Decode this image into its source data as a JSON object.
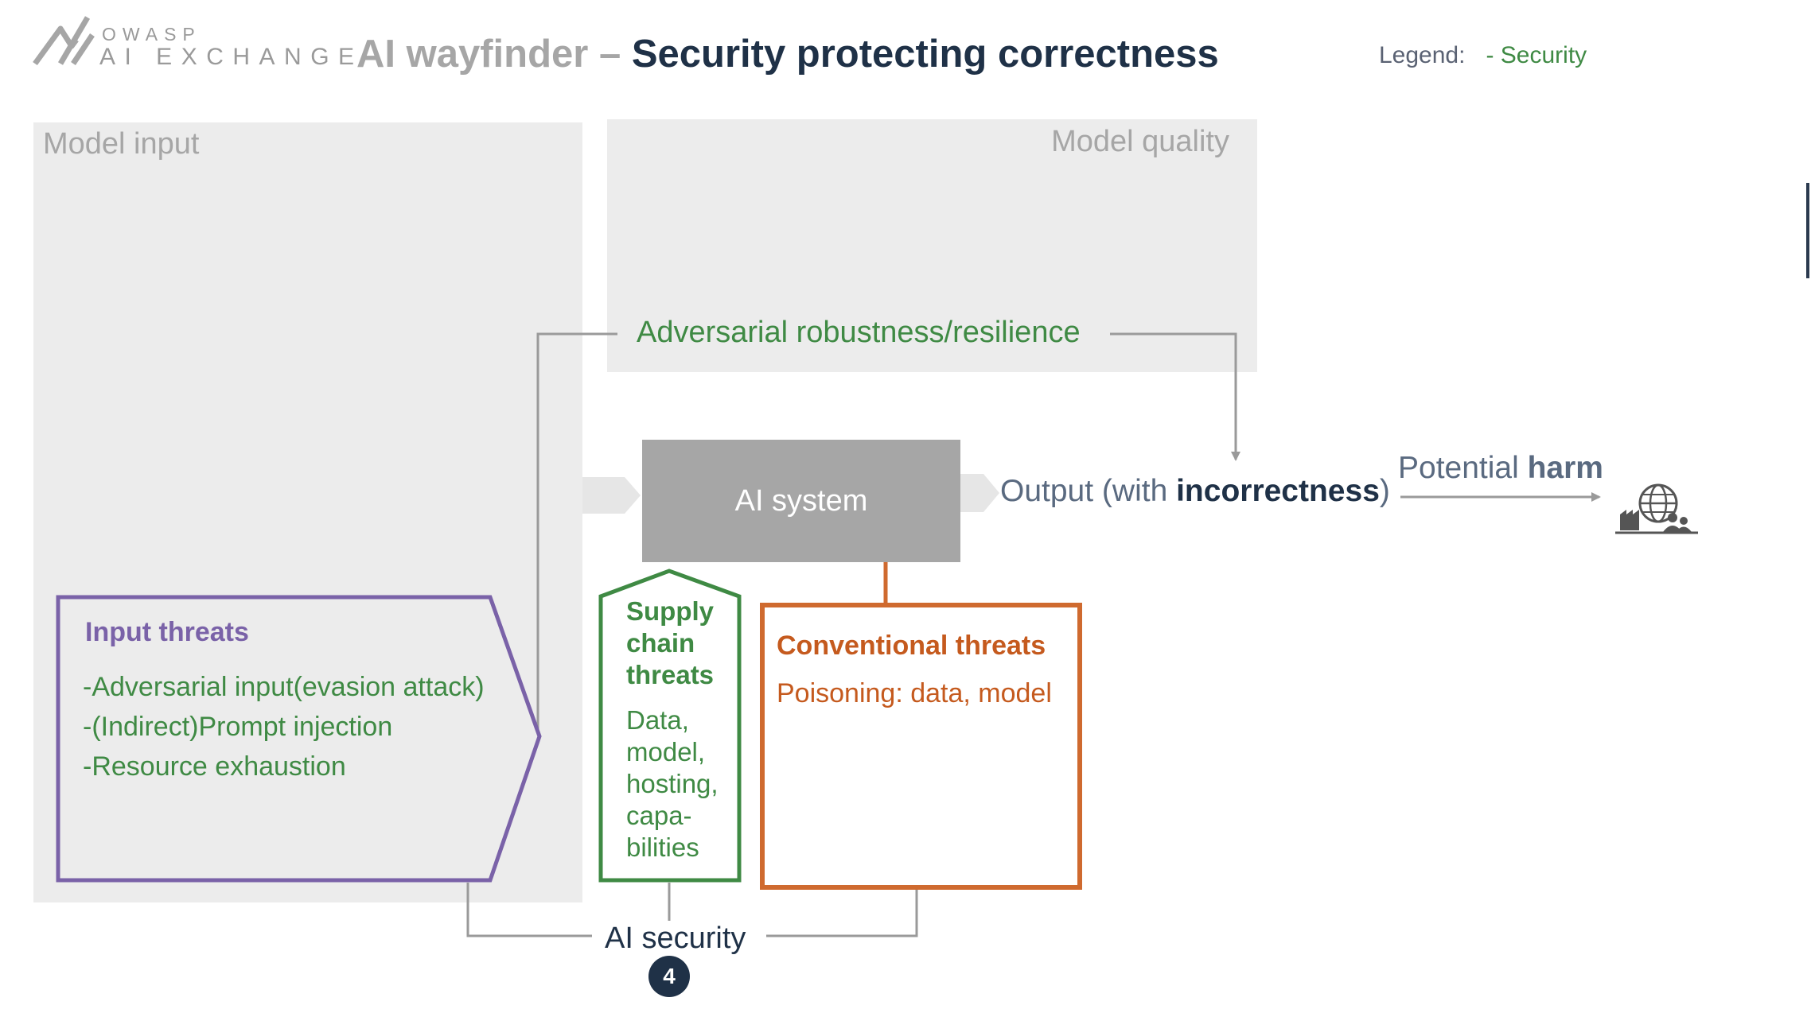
{
  "header": {
    "logo_top": "OWASP",
    "logo_bottom": "AI EXCHANGE",
    "title_light": "AI wayfinder – ",
    "title_dark": "Security protecting correctness",
    "legend_label": "Legend:",
    "legend_item": "- Security"
  },
  "panels": {
    "model_input": "Model input",
    "model_quality": "Model quality"
  },
  "robustness_label": "Adversarial robustness/resilience",
  "ai_system": "AI system",
  "output": {
    "prefix": "Output (with ",
    "bold": "incorrectness",
    "suffix": ")"
  },
  "harm": {
    "prefix": "Potential ",
    "bold": "harm",
    "icon": "globe-factory-people-icon"
  },
  "input_threats": {
    "title": "Input threats",
    "items": [
      "-Adversarial input(evasion attack)",
      "-(Indirect)Prompt injection",
      "-Resource exhaustion"
    ]
  },
  "supply_chain": {
    "title_lines": [
      "Supply",
      "chain",
      "threats"
    ],
    "body_lines": [
      "Data,",
      "model,",
      "hosting,",
      "capa-",
      "bilities"
    ]
  },
  "conventional": {
    "title": "Conventional threats",
    "body": "Poisoning: data, model"
  },
  "ai_security": {
    "label": "AI security",
    "badge": "4"
  },
  "colors": {
    "security_green": "#3f8a44",
    "conventional_orange": "#c55a1e",
    "input_purple": "#7a62a8",
    "navy": "#1f3147",
    "panel_gray": "#ececec",
    "system_gray": "#a6a6a6"
  }
}
